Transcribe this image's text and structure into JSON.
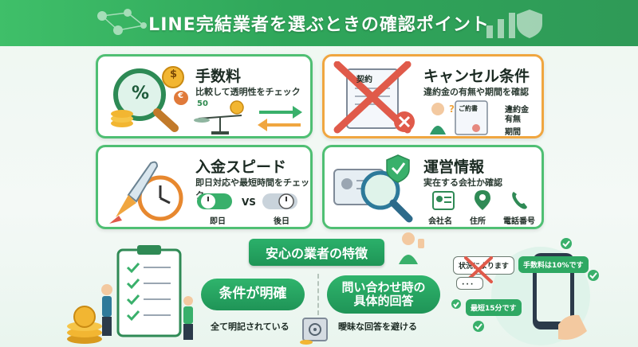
{
  "header": {
    "title": "LINE完結業者を選ぶときの確認ポイント"
  },
  "cards": {
    "fee": {
      "title": "手数料",
      "subtitle": "比較して透明性をチェック",
      "scale_value": "50",
      "coin_symbol": "$",
      "icon_percent": "%",
      "icon_euro": "€"
    },
    "cancel": {
      "title": "キャンセル条件",
      "subtitle": "違約金の有無や期間を確認",
      "doc_label": "契約",
      "doc2_label": "ご約書",
      "items": [
        "違約金",
        "有無",
        "期間"
      ]
    },
    "speed": {
      "title": "入金スピード",
      "subtitle": "即日対応や最短時間をチェック",
      "label_left": "即日",
      "vs": "VS",
      "label_right": "後日"
    },
    "company": {
      "title": "運営情報",
      "subtitle": "実在する会社か確認",
      "items": [
        "会社名",
        "住所",
        "電話番号"
      ]
    }
  },
  "features": {
    "banner": "安心の業者の特徴",
    "pill_left": "条件が明確",
    "note_left": "全て明記されている",
    "pill_right_line1": "問い合わせ時の",
    "pill_right_line2": "具体的回答",
    "note_right": "曖昧な回答を避ける",
    "bubble_vague": "状況によります",
    "bubble_fee": "手数料は10%です",
    "bubble_time": "最短15分です"
  },
  "colors": {
    "green": "#3fbf69",
    "orange": "#f0a640",
    "red": "#e05a4a"
  }
}
